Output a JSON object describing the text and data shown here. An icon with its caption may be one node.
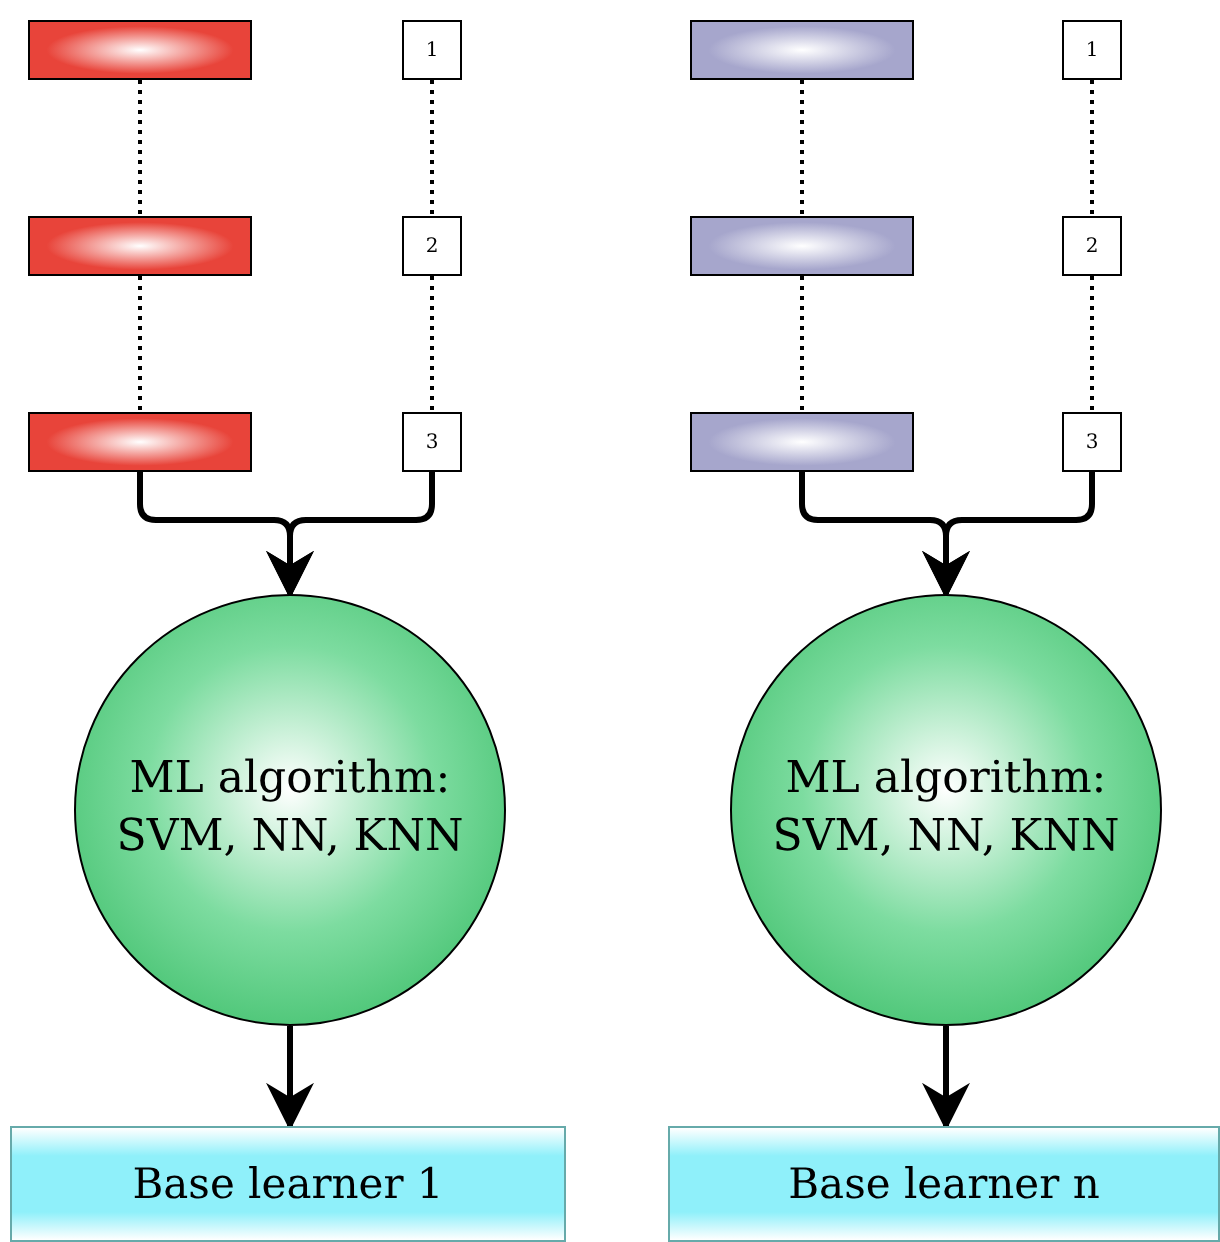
{
  "diagram": {
    "nodes": [
      {
        "text": [],
        "shape": "bar"
      },
      {
        "text": [
          "1"
        ]
      },
      {
        "text": [],
        "shape": "bar"
      },
      {
        "text": [
          "2"
        ]
      },
      {
        "text": [],
        "shape": "bar"
      },
      {
        "text": [
          "3"
        ]
      },
      {
        "text": [
          "ML algorithm: SVM, NN, KNN"
        ]
      },
      {
        "text": [
          "Base learner 1"
        ]
      },
      {
        "text": [],
        "shape": "bar"
      },
      {
        "text": [
          "1"
        ]
      },
      {
        "text": [],
        "shape": "bar"
      },
      {
        "text": [
          "2"
        ]
      },
      {
        "text": [],
        "shape": "bar"
      },
      {
        "text": [
          "3"
        ]
      },
      {
        "text": [
          "ML algorithm: SVM, NN, KNN"
        ]
      },
      {
        "text": [
          "Base learner n"
        ]
      }
    ],
    "edges": [
      {
        "from": 0,
        "to": 2,
        "arrow": "none",
        "style": "dashed"
      },
      {
        "from": 2,
        "to": 4,
        "arrow": "none",
        "style": "dashed"
      },
      {
        "from": 1,
        "to": 3,
        "arrow": "none",
        "style": "dashed"
      },
      {
        "from": 3,
        "to": 5,
        "arrow": "none",
        "style": "dashed"
      },
      {
        "from": 4,
        "to": 6,
        "arrow": "to"
      },
      {
        "from": 5,
        "to": 6,
        "arrow": "to"
      },
      {
        "from": 6,
        "to": 7,
        "arrow": "to"
      },
      {
        "from": 8,
        "to": 10,
        "arrow": "none",
        "style": "dashed"
      },
      {
        "from": 10,
        "to": 12,
        "arrow": "none",
        "style": "dashed"
      },
      {
        "from": 9,
        "to": 11,
        "arrow": "none",
        "style": "dashed"
      },
      {
        "from": 11,
        "to": 13,
        "arrow": "none",
        "style": "dashed"
      },
      {
        "from": 12,
        "to": 14,
        "arrow": "to"
      },
      {
        "from": 13,
        "to": 14,
        "arrow": "to"
      },
      {
        "from": 14,
        "to": 15,
        "arrow": "to"
      }
    ]
  }
}
